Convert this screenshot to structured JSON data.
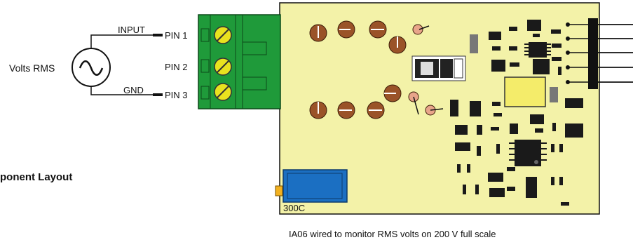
{
  "labels": {
    "source": "Volts RMS",
    "input_wire": "INPUT",
    "gnd_wire": "GND",
    "pin1": "PIN 1",
    "pin2": "PIN 2",
    "pin3": "PIN 3",
    "section_heading": "ponent Layout",
    "board_id": "300C",
    "caption": "IA06 wired to monitor RMS volts on 200 V full scale"
  },
  "colors": {
    "board": "#f3f2a8",
    "terminal_block": "#1f9a3a",
    "screw": "#e9e21f",
    "capacitor": "#9a5328",
    "potentiometer": "#1b6fc2",
    "ic": "#1a1a1a",
    "yellow_part": "#f4ec6a"
  },
  "icons": {
    "source": "ac-sine-icon"
  }
}
